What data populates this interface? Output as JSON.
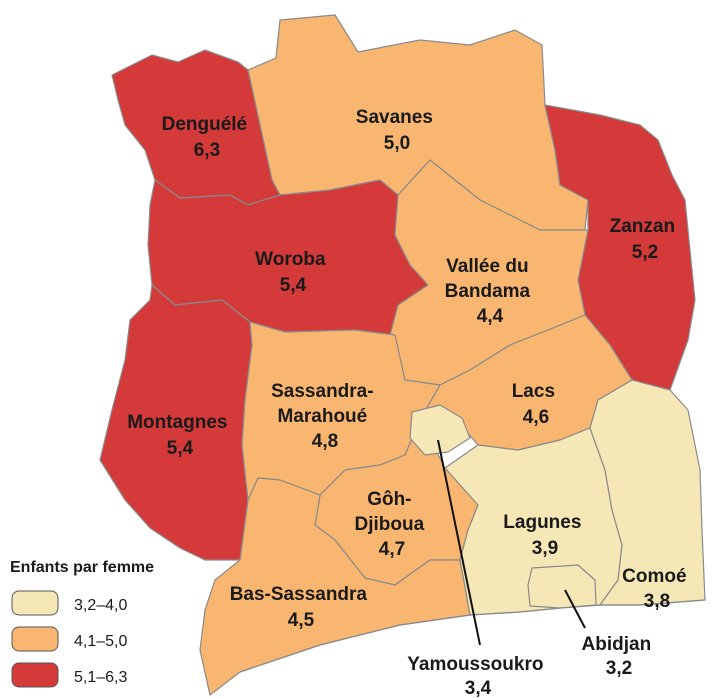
{
  "colors": {
    "low": "#f6e7b6",
    "mid": "#f9b670",
    "high": "#d43a3a",
    "border": "#8a8a8a"
  },
  "regions": [
    {
      "id": "denguele",
      "name_lines": [
        "Denguélé"
      ],
      "value": "6,3",
      "class": "high"
    },
    {
      "id": "savanes",
      "name_lines": [
        "Savanes"
      ],
      "value": "5,0",
      "class": "mid"
    },
    {
      "id": "zanzan",
      "name_lines": [
        "Zanzan"
      ],
      "value": "5,2",
      "class": "high"
    },
    {
      "id": "woroba",
      "name_lines": [
        "Woroba"
      ],
      "value": "5,4",
      "class": "high"
    },
    {
      "id": "vallee",
      "name_lines": [
        "Vallée du",
        "Bandama"
      ],
      "value": "4,4",
      "class": "mid"
    },
    {
      "id": "montagnes",
      "name_lines": [
        "Montagnes"
      ],
      "value": "5,4",
      "class": "high"
    },
    {
      "id": "sassandra",
      "name_lines": [
        "Sassandra-",
        "Marahoué"
      ],
      "value": "4,8",
      "class": "mid"
    },
    {
      "id": "lacs",
      "name_lines": [
        "Lacs"
      ],
      "value": "4,6",
      "class": "mid"
    },
    {
      "id": "goh",
      "name_lines": [
        "Gôh-",
        "Djiboua"
      ],
      "value": "4,7",
      "class": "mid"
    },
    {
      "id": "lagunes",
      "name_lines": [
        "Lagunes"
      ],
      "value": "3,9",
      "class": "low"
    },
    {
      "id": "comoe",
      "name_lines": [
        "Comoé"
      ],
      "value": "3,8",
      "class": "low"
    },
    {
      "id": "bas",
      "name_lines": [
        "Bas-Sassandra"
      ],
      "value": "4,5",
      "class": "mid"
    },
    {
      "id": "yamoussoukro",
      "name_lines": [
        "Yamoussoukro"
      ],
      "value": "3,4",
      "class": "low"
    },
    {
      "id": "abidjan",
      "name_lines": [
        "Abidjan"
      ],
      "value": "3,2",
      "class": "low"
    }
  ],
  "legend": {
    "title": "Enfants par femme",
    "items": [
      {
        "label": "3,2–4,0",
        "class": "low"
      },
      {
        "label": "4,1–5,0",
        "class": "mid"
      },
      {
        "label": "5,1–6,3",
        "class": "high"
      }
    ]
  }
}
